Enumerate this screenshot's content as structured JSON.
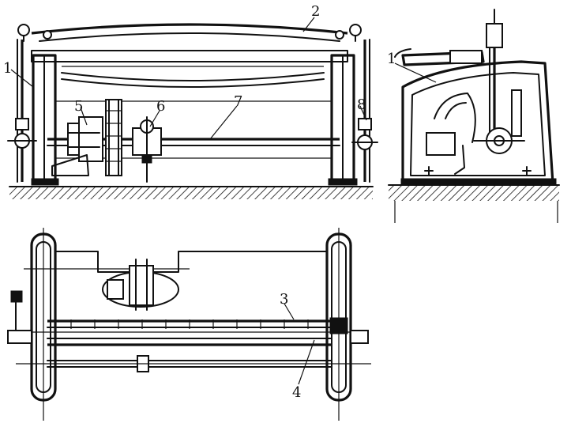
{
  "callouts": [
    {
      "id": "label-1-front",
      "text": "1"
    },
    {
      "id": "label-2",
      "text": "2"
    },
    {
      "id": "label-5",
      "text": "5"
    },
    {
      "id": "label-6",
      "text": "6"
    },
    {
      "id": "label-7",
      "text": "7"
    },
    {
      "id": "label-8",
      "text": "8"
    },
    {
      "id": "label-1-side",
      "text": "1"
    },
    {
      "id": "label-3",
      "text": "3"
    },
    {
      "id": "label-4",
      "text": "4"
    }
  ]
}
